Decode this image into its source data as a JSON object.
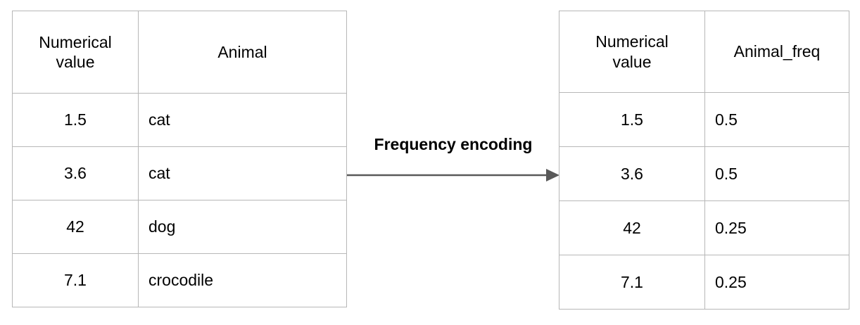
{
  "diagram": {
    "title_label": "Frequency encoding",
    "arrow": {
      "name": "right-arrow",
      "color": "#595959",
      "direction": "left-to-right"
    }
  },
  "source_table": {
    "name": "source-table",
    "columns": [
      "Numerical value",
      "Animal"
    ],
    "column_header_lines": [
      [
        "Numerical",
        "value"
      ],
      [
        "Animal"
      ]
    ],
    "rows": [
      [
        "1.5",
        "cat"
      ],
      [
        "3.6",
        "cat"
      ],
      [
        "42",
        "dog"
      ],
      [
        "7.1",
        "crocodile"
      ]
    ]
  },
  "encoded_table": {
    "name": "encoded-table",
    "columns": [
      "Numerical value",
      "Animal_freq"
    ],
    "column_header_lines": [
      [
        "Numerical",
        "value"
      ],
      [
        "Animal_freq"
      ]
    ],
    "rows": [
      [
        "1.5",
        "0.5"
      ],
      [
        "3.6",
        "0.5"
      ],
      [
        "42",
        "0.25"
      ],
      [
        "7.1",
        "0.25"
      ]
    ]
  },
  "style": {
    "border_color": "#b7b7b7",
    "text_color": "#000000",
    "background": "#ffffff",
    "arrow_color": "#595959"
  }
}
